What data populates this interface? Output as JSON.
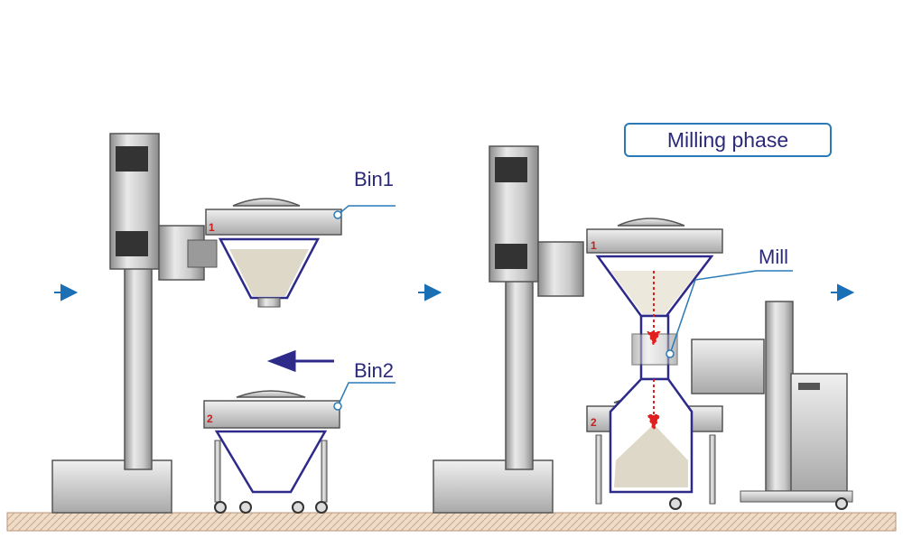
{
  "labels": {
    "bin1": "Bin1",
    "bin2": "Bin2",
    "mill": "Mill",
    "phase": "Milling phase",
    "bin1_marker": "1",
    "bin2_marker": "2",
    "bin1_marker_right": "1",
    "bin2_marker_right": "2"
  },
  "colors": {
    "arrow_blue": "#1a6fb5",
    "label_navy": "#2b2a7a",
    "leader_blue": "#2a7ab8",
    "flow_red": "#e0201e",
    "bin_outline": "#2d2a8a",
    "powder": "#ddd8c8",
    "floor": "#e8d2bc"
  },
  "icons": [
    "flow-arrow-icon",
    "move-left-arrow-icon",
    "flow-down-arrow-icon"
  ]
}
